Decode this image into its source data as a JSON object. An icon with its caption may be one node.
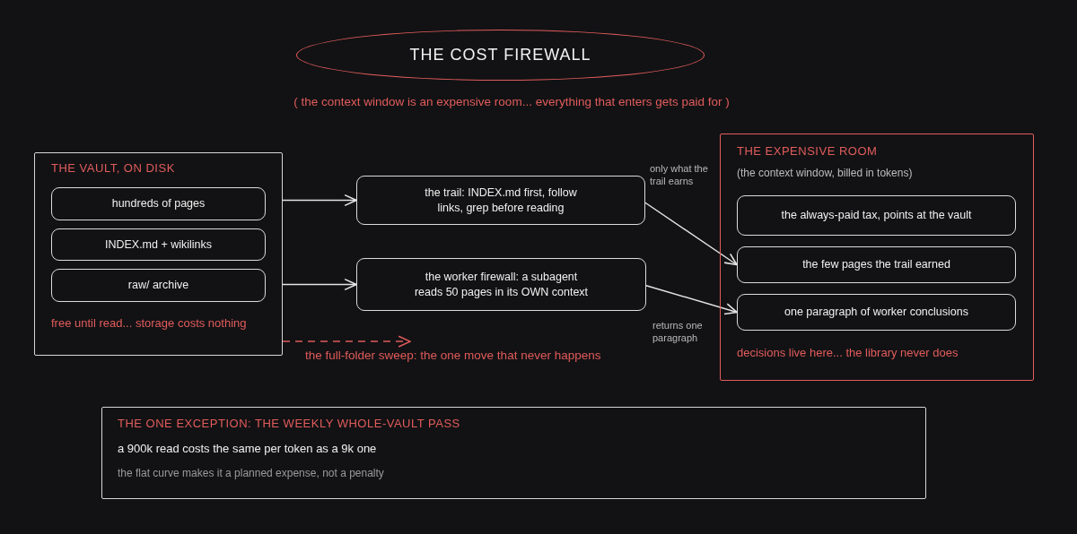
{
  "diagram": {
    "title": "THE COST FIREWALL",
    "nodes": [
      {
        "text": [
          "THE VAULT, ON DISK",
          "free until read... storage costs nothing"
        ]
      },
      {
        "text": [
          "hundreds of pages"
        ],
        "in": 0
      },
      {
        "text": [
          "INDEX.md + wikilinks"
        ],
        "in": 0
      },
      {
        "text": [
          "raw/ archive"
        ],
        "in": 0
      },
      {
        "text": [
          "the trail: INDEX.md first, follow links, grep before reading"
        ]
      },
      {
        "text": [
          "the worker firewall: a subagent reads 50 pages in its OWN context"
        ]
      },
      {
        "text": [
          "THE EXPENSIVE ROOM",
          "(the context window, billed in tokens)",
          "decisions live here... the library never does"
        ]
      },
      {
        "text": [
          "the always-paid tax, points at the vault"
        ],
        "in": 6
      },
      {
        "text": [
          "the few pages the trail earned"
        ],
        "in": 6
      },
      {
        "text": [
          "one paragraph of worker conclusions"
        ],
        "in": 6
      },
      {
        "text": [
          "THE ONE EXCEPTION: THE WEEKLY WHOLE-VAULT PASS",
          "a 900k read costs the same per token as a 9k one",
          "the flat curve makes it a planned expense, not a penalty"
        ]
      }
    ],
    "edges": [
      {
        "from": 0,
        "to": 4,
        "arrow": "to"
      },
      {
        "from": 0,
        "to": 5,
        "arrow": "to"
      },
      {
        "from": 4,
        "to": 8,
        "arrow": "to",
        "label": "only what the trail earns"
      },
      {
        "from": 5,
        "to": 9,
        "arrow": "to",
        "label": "returns one paragraph"
      },
      {
        "from": 0,
        "to": null,
        "arrow": "to",
        "label": "the full-folder sweep: the one move that never happens",
        "style": "dashed",
        "color": "#e05a5a"
      }
    ],
    "labels": [
      "( the context window is an expensive room... everything that enters gets paid for )"
    ]
  }
}
